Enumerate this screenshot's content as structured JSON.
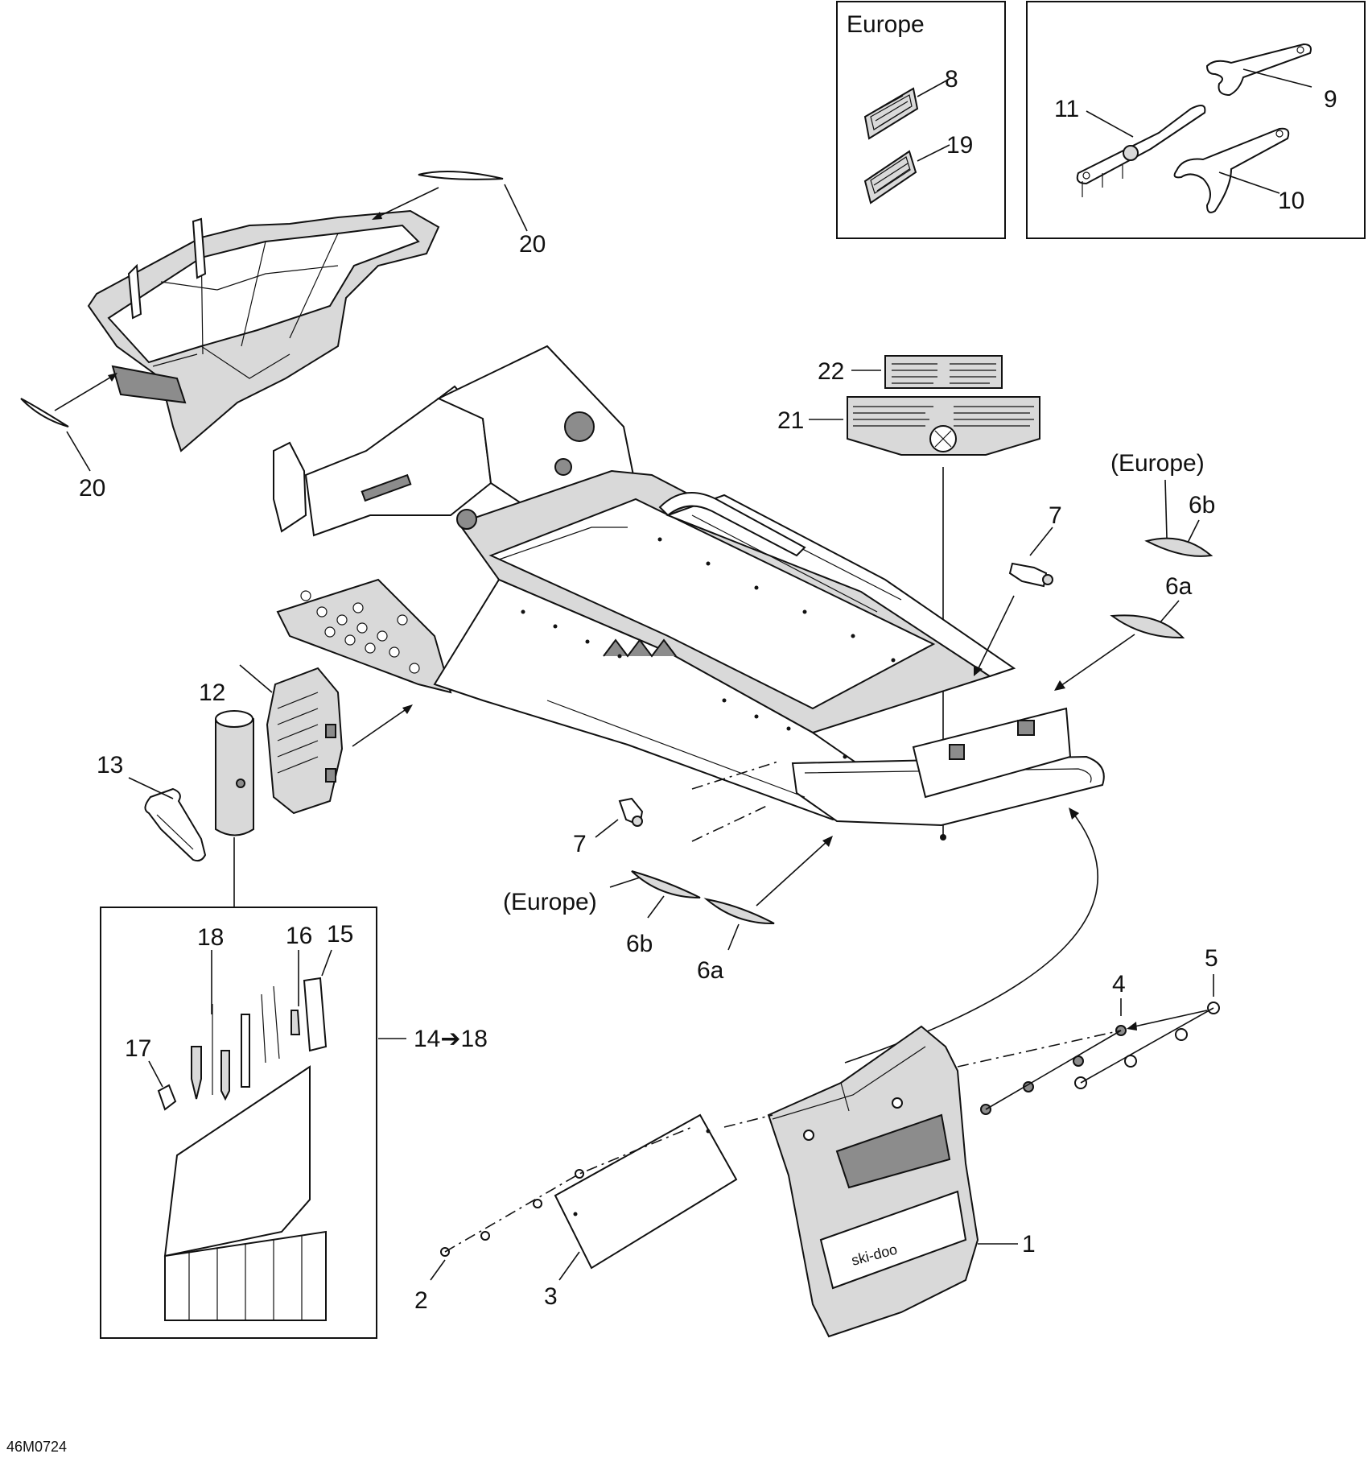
{
  "diagram_id": "46M0724",
  "callouts": {
    "c1": "1",
    "c2": "2",
    "c3": "3",
    "c4": "4",
    "c5": "5",
    "c6a_top": "6a",
    "c6b_top": "6b",
    "c6a_bottom": "6a",
    "c6b_bottom": "6b",
    "c7_top": "7",
    "c7_bottom": "7",
    "c8": "8",
    "c9": "9",
    "c10": "10",
    "c11": "11",
    "c12": "12",
    "c13": "13",
    "c14_18": "14➔18",
    "c15": "15",
    "c16": "16",
    "c17": "17",
    "c18": "18",
    "c19": "19",
    "c20_top": "20",
    "c20_left": "20",
    "c21": "21",
    "c22": "22"
  },
  "region_labels": {
    "europe_box": "Europe",
    "europe_top": "(Europe)",
    "europe_bottom": "(Europe)"
  },
  "decal_text": {
    "brand": "ski-doo"
  }
}
